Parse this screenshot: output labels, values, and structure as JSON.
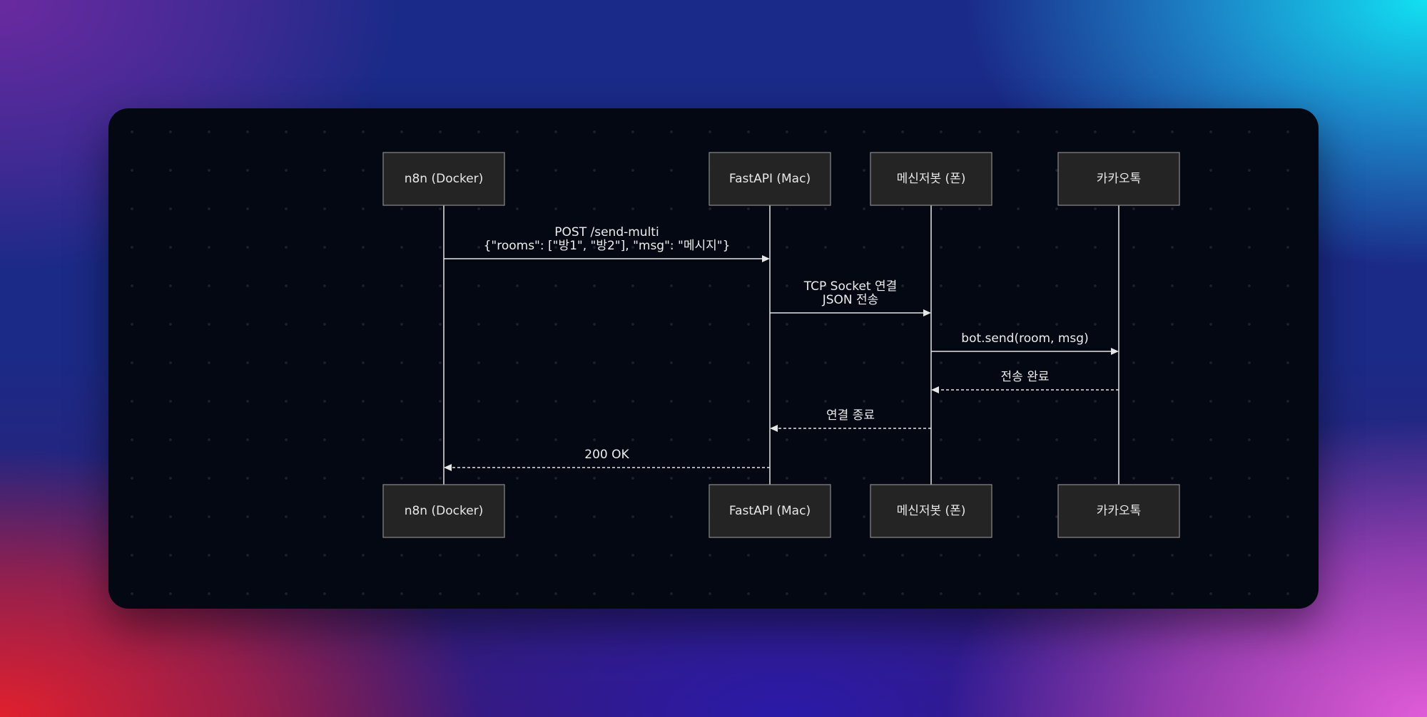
{
  "participants": [
    {
      "id": "n8n",
      "label": "n8n (Docker)"
    },
    {
      "id": "fastapi",
      "label": "FastAPI (Mac)"
    },
    {
      "id": "messengerbot",
      "label": "메신저봇 (폰)"
    },
    {
      "id": "kakaotalk",
      "label": "카카오톡"
    }
  ],
  "messages": [
    {
      "from": "n8n",
      "to": "fastapi",
      "style": "solid",
      "lines": [
        "POST /send-multi",
        "{\"rooms\": [\"방1\", \"방2\"], \"msg\": \"메시지\"}"
      ]
    },
    {
      "from": "fastapi",
      "to": "messengerbot",
      "style": "solid",
      "lines": [
        "TCP Socket 연결",
        "JSON 전송"
      ]
    },
    {
      "from": "messengerbot",
      "to": "kakaotalk",
      "style": "solid",
      "lines": [
        "bot.send(room, msg)"
      ]
    },
    {
      "from": "kakaotalk",
      "to": "messengerbot",
      "style": "dashed",
      "lines": [
        "전송 완료"
      ]
    },
    {
      "from": "messengerbot",
      "to": "fastapi",
      "style": "dashed",
      "lines": [
        "연결 종료"
      ]
    },
    {
      "from": "fastapi",
      "to": "n8n",
      "style": "dashed",
      "lines": [
        "200 OK"
      ]
    }
  ],
  "colors": {
    "card_background": "#040812",
    "actor_fill": "#242424",
    "actor_stroke": "#8a8a8a",
    "line": "#e6e6e6",
    "text": "#ededed"
  }
}
